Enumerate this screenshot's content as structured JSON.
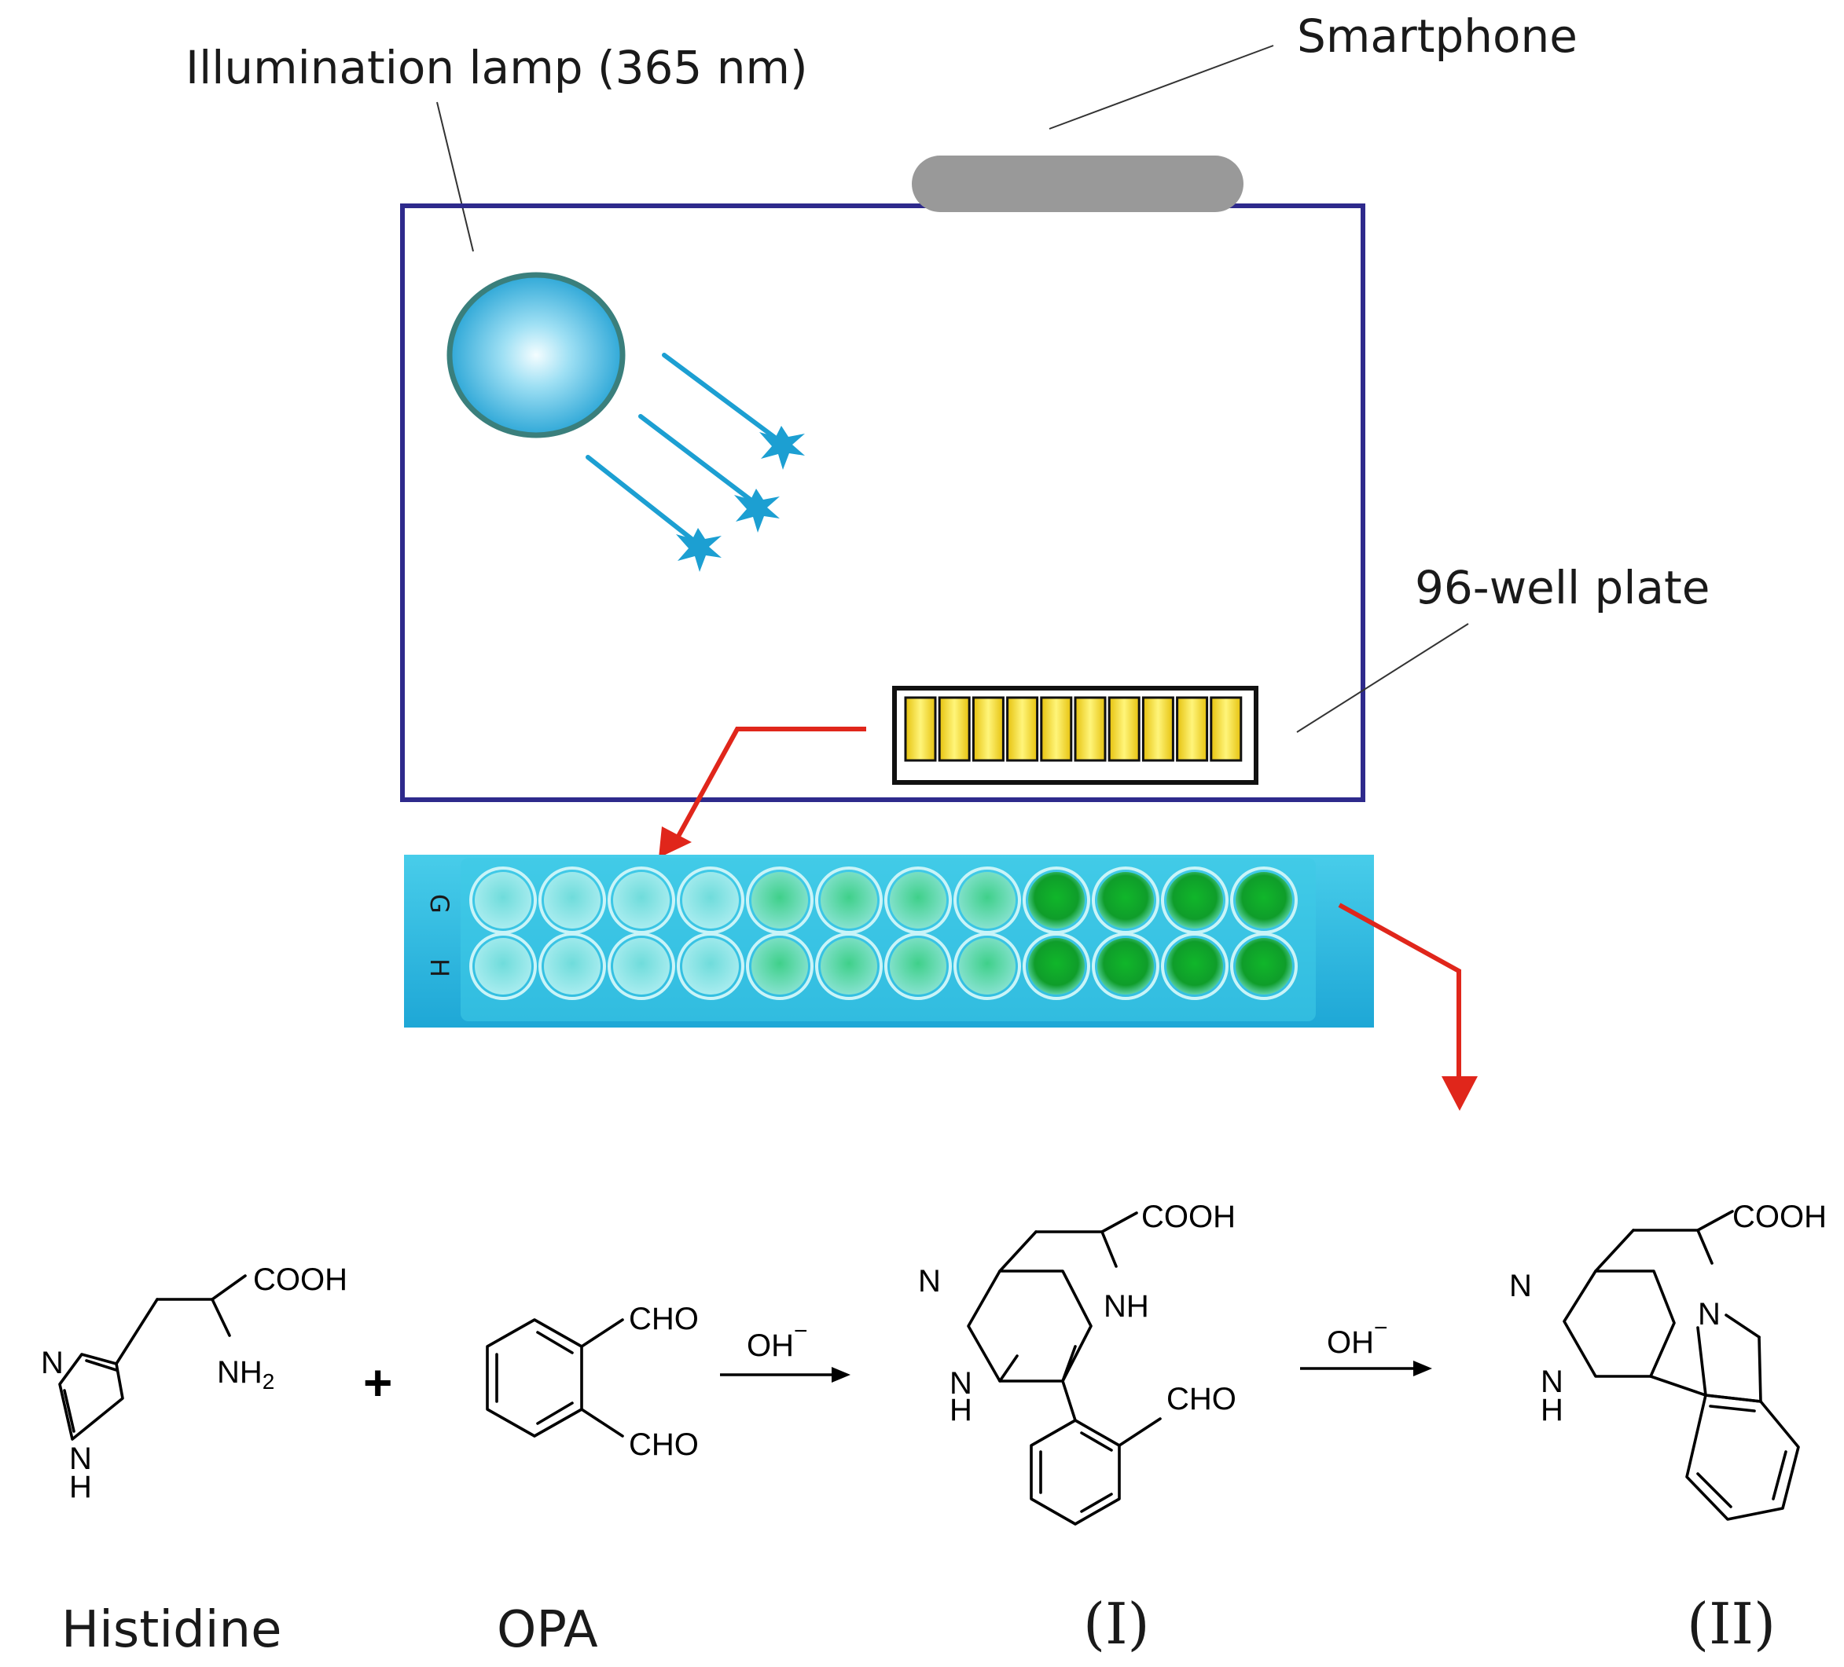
{
  "labels": {
    "lamp": "Illumination lamp (365 nm)",
    "smartphone": "Smartphone",
    "plate": "96-well plate"
  },
  "plate_photo": {
    "row_letters": [
      "G",
      "H"
    ],
    "wells_per_row": 12
  },
  "reaction": {
    "reagent": "OH",
    "reagent_charge": "−",
    "plus": "+",
    "compound_names": [
      "Histidine",
      "OPA",
      "(I)",
      "(II)"
    ],
    "groups": {
      "cooh": "COOH",
      "cho": "CHO",
      "nh2": "NH",
      "nh2_sub": "2",
      "n": "N",
      "nh": "NH",
      "h": "H"
    }
  },
  "colors": {
    "frame": "#2e2a8c",
    "smartphone": "#999999",
    "lamp_rim": "#3a7f7c",
    "lamp_fill": "#22a8d8",
    "beam": "#1c9fd2",
    "arrow_red": "#e0261b",
    "well_yellow": "#f2d91c",
    "plate_bg": "#2ebbe0",
    "well_green": "#12a024"
  }
}
